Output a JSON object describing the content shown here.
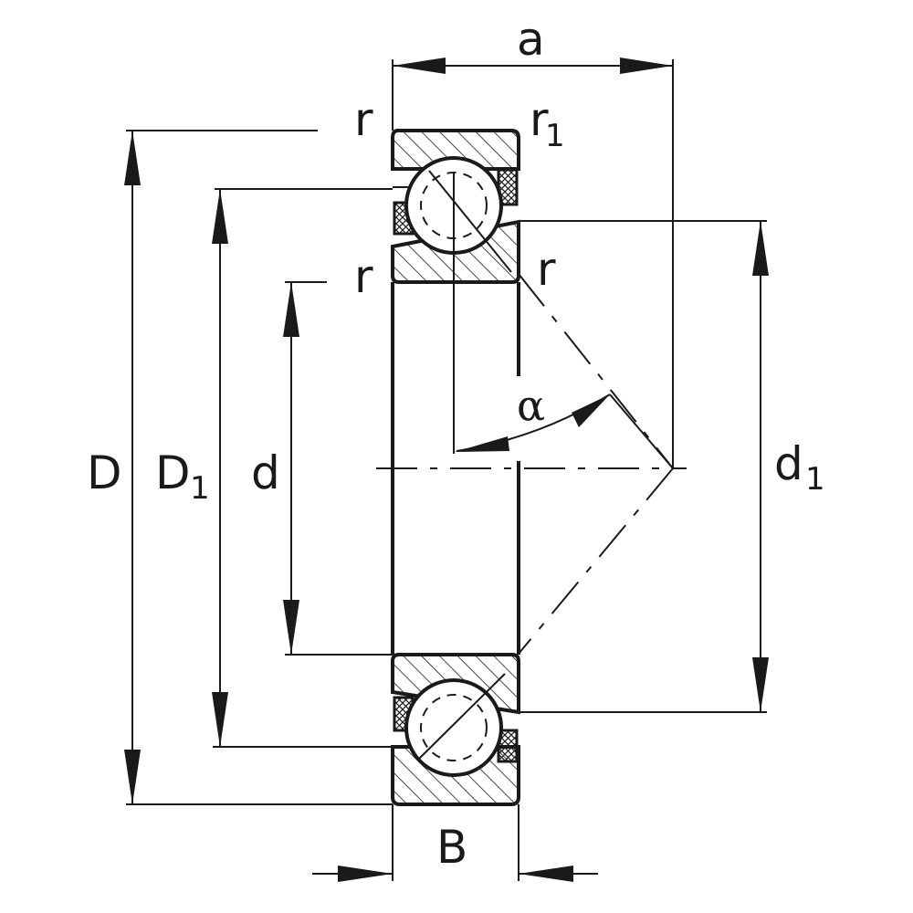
{
  "labels": {
    "a": "a",
    "r_top_left": "r",
    "r1": "r",
    "r1_sub": "1",
    "r_mid_left": "r",
    "r_mid_right": "r",
    "D": "D",
    "D1": "D",
    "D1_sub": "1",
    "d": "d",
    "d1": "d",
    "d1_sub": "1",
    "alpha": "α",
    "B": "B"
  },
  "colors": {
    "line": "#1a1a1a",
    "background": "#ffffff"
  }
}
